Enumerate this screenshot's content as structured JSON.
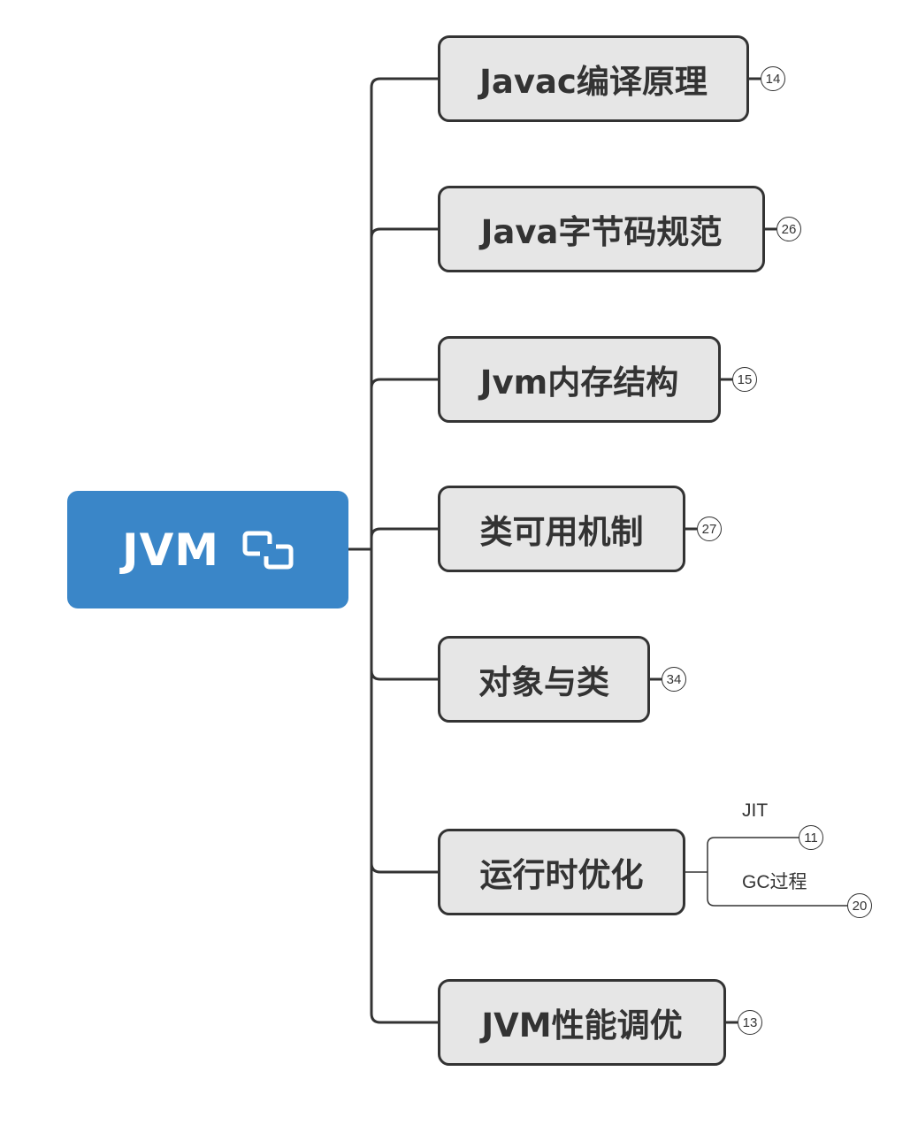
{
  "root": {
    "label": "JVM",
    "icon": "linked-squares-icon"
  },
  "topics": [
    {
      "label": "Javac编译原理",
      "count": "14"
    },
    {
      "label": "Java字节码规范",
      "count": "26"
    },
    {
      "label": "Jvm内存结构",
      "count": "15"
    },
    {
      "label": "类可用机制",
      "count": "27"
    },
    {
      "label": "对象与类",
      "count": "34"
    },
    {
      "label": "运行时优化",
      "count": "",
      "subtopics": [
        {
          "label": "JIT",
          "count": "11"
        },
        {
          "label": "GC过程",
          "count": "20"
        }
      ]
    },
    {
      "label": "JVM性能调优",
      "count": "13"
    }
  ],
  "colors": {
    "root_fill": "#3a86c8",
    "topic_fill": "#e6e6e6",
    "line": "#333333",
    "text": "#333333"
  }
}
